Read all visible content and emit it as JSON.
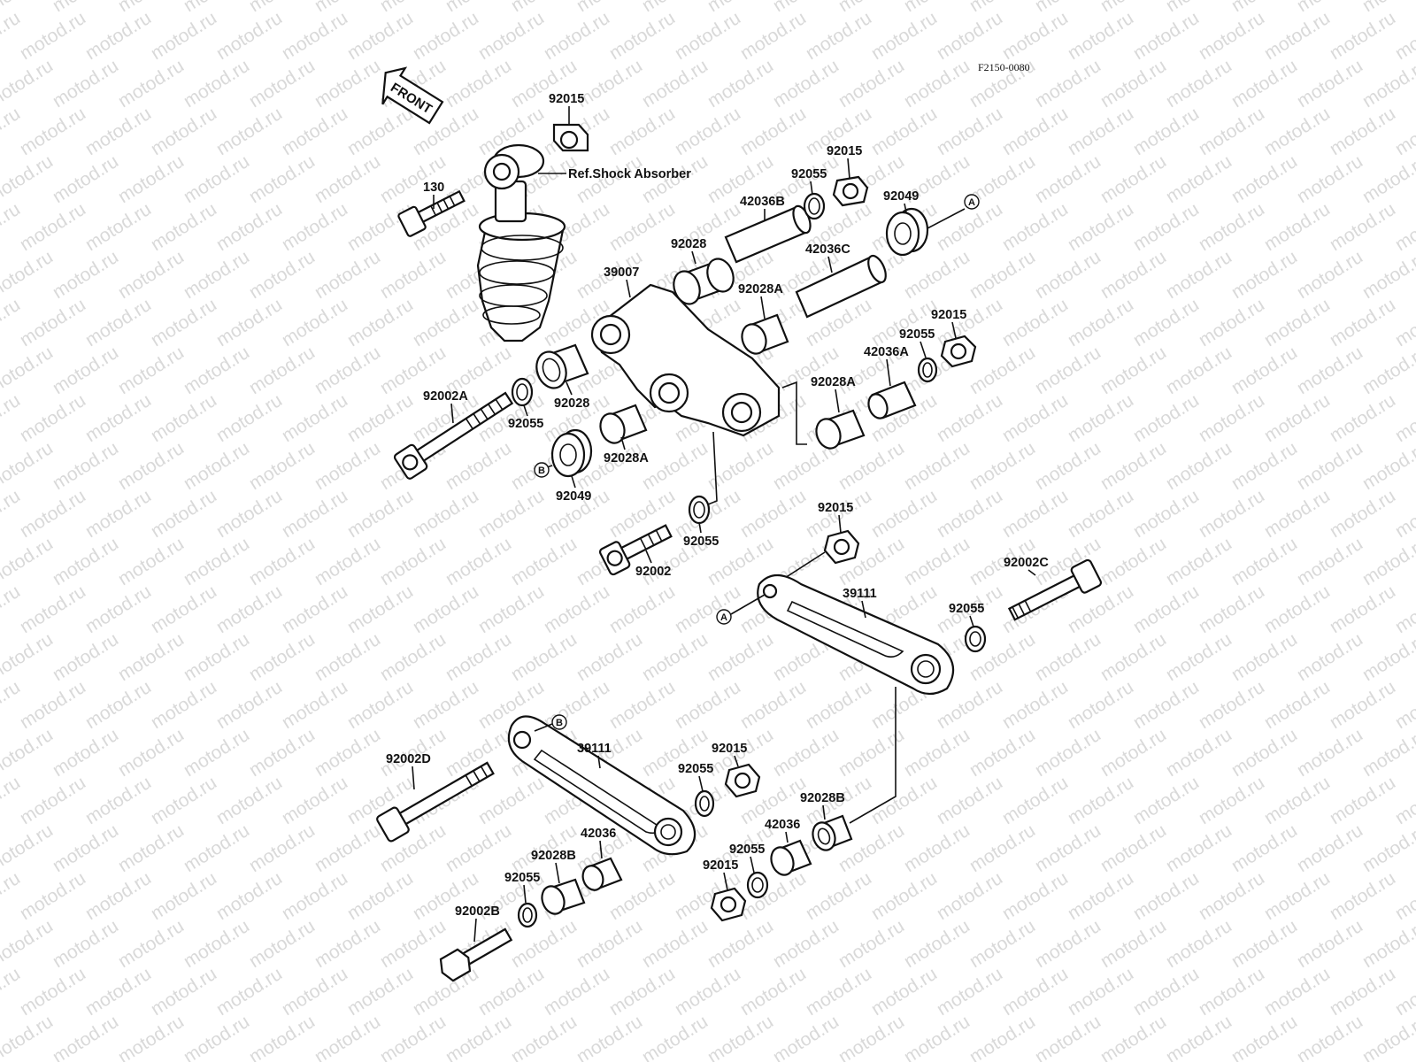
{
  "diagram_code": "F2150-0080",
  "front_arrow_label": "FRONT",
  "ref_note": "Ref.Shock Absorber",
  "watermark": "motod.ru",
  "markers": {
    "a": "A",
    "b": "B"
  },
  "parts": {
    "p92015_top": "92015",
    "p130": "130",
    "p42036B": "42036B",
    "p92055_tr": "92055",
    "p92015_tr": "92015",
    "p92049_tr": "92049",
    "p92028_top": "92028",
    "p39007": "39007",
    "p42036C": "42036C",
    "p92028A_top": "92028A",
    "p92015_r": "92015",
    "p92055_r": "92055",
    "p42036A": "42036A",
    "p92028A_r": "92028A",
    "p92002A": "92002A",
    "p92055_l": "92055",
    "p92028_mid": "92028",
    "p92028A_mid": "92028A",
    "p92049_mid": "92049",
    "p92055_mid": "92055",
    "p92002": "92002",
    "p92015_mid": "92015",
    "p92002C": "92002C",
    "p39111_r": "39111",
    "p92055_rr": "92055",
    "p39111_l": "39111",
    "p92015_b1": "92015",
    "p92055_b1": "92055",
    "p92002D": "92002D",
    "p42036_b": "42036",
    "p92028B_b": "92028B",
    "p42036_b2": "42036",
    "p92055_b2": "92055",
    "p92015_b2": "92015",
    "p92028B_b2": "92028B",
    "p92055_b3": "92055",
    "p92002B": "92002B"
  }
}
